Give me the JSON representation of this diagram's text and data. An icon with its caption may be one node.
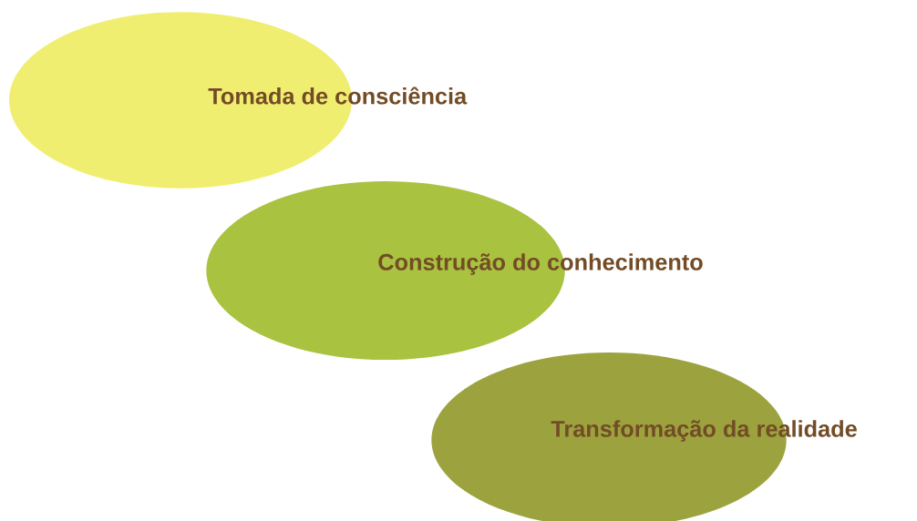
{
  "diagram": {
    "nodes": [
      {
        "text": [
          "Tomada de consciência"
        ]
      },
      {
        "text": [
          "Construção do conhecimento"
        ]
      },
      {
        "text": [
          "Transformação da realidade"
        ]
      }
    ]
  }
}
